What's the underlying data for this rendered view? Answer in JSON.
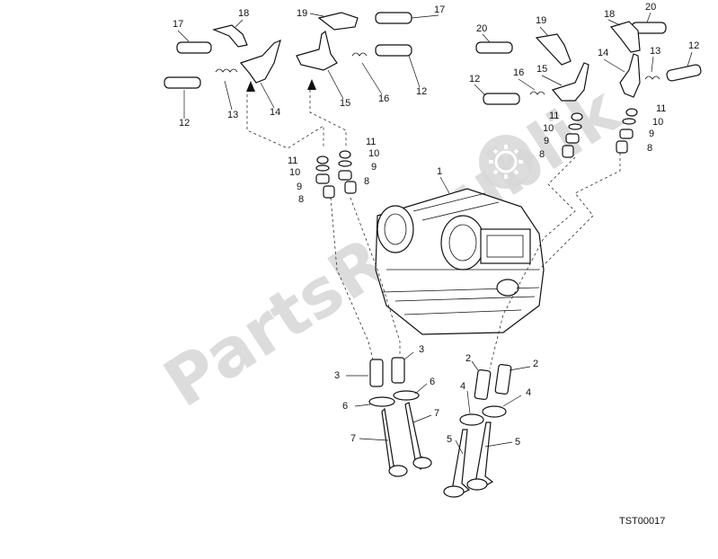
{
  "diagram": {
    "watermark": "PartsRepublik",
    "drawing_code": "TST00017",
    "callouts": {
      "c1": "1",
      "c2a": "2",
      "c2b": "2",
      "c3a": "3",
      "c3b": "3",
      "c4a": "4",
      "c4b": "4",
      "c5a": "5",
      "c5b": "5",
      "c6a": "6",
      "c6b": "6",
      "c7a": "7",
      "c7b": "7",
      "c8a": "8",
      "c8b": "8",
      "c8c": "8",
      "c8d": "8",
      "c9a": "9",
      "c9b": "9",
      "c9c": "9",
      "c9d": "9",
      "c10a": "10",
      "c10b": "10",
      "c10c": "10",
      "c10d": "10",
      "c11a": "11",
      "c11b": "11",
      "c11c": "11",
      "c11d": "11",
      "c12a": "12",
      "c12b": "12",
      "c12c": "12",
      "c12d": "12",
      "c13a": "13",
      "c13b": "13",
      "c14a": "14",
      "c14b": "14",
      "c15a": "15",
      "c15b": "15",
      "c16a": "16",
      "c16b": "16",
      "c17a": "17",
      "c17b": "17",
      "c18a": "18",
      "c18b": "18",
      "c19a": "19",
      "c19b": "19",
      "c20a": "20",
      "c20b": "20"
    }
  }
}
